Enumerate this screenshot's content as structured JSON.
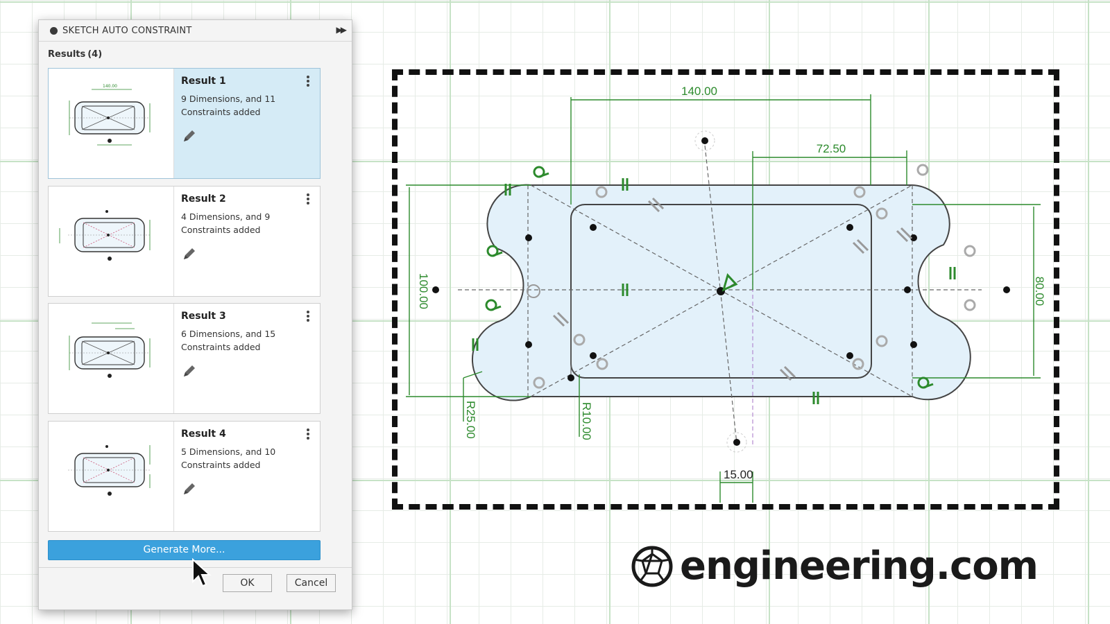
{
  "dialog": {
    "title": "SKETCH AUTO CONSTRAINT",
    "collapse_icon": "double-chevron-right-icon",
    "results_label": "Results",
    "results_count": "(4)",
    "results": [
      {
        "name": "Result 1",
        "description": "9 Dimensions, and 11 Constraints added",
        "selected": true
      },
      {
        "name": "Result 2",
        "description": "4 Dimensions, and 9 Constraints added",
        "selected": false
      },
      {
        "name": "Result 3",
        "description": "6 Dimensions, and 15 Constraints added",
        "selected": false
      },
      {
        "name": "Result 4",
        "description": "5 Dimensions, and 10 Constraints added",
        "selected": false
      }
    ],
    "generate_label": "Generate More...",
    "ok_label": "OK",
    "cancel_label": "Cancel"
  },
  "sketch": {
    "dimensions": {
      "width_overall": "140.00",
      "width_partial": "72.50",
      "height_overall": "100.00",
      "height_inner": "80.00",
      "radius_outer": "R25.00",
      "radius_inner": "R10.00",
      "offset": "15.00"
    },
    "colors": {
      "profile_fill": "#e3f1fa",
      "dimension": "#2c8a2c",
      "line": "#444444"
    }
  },
  "logo": {
    "text": "engineering.com",
    "icon": "geodesic-sphere-icon"
  }
}
